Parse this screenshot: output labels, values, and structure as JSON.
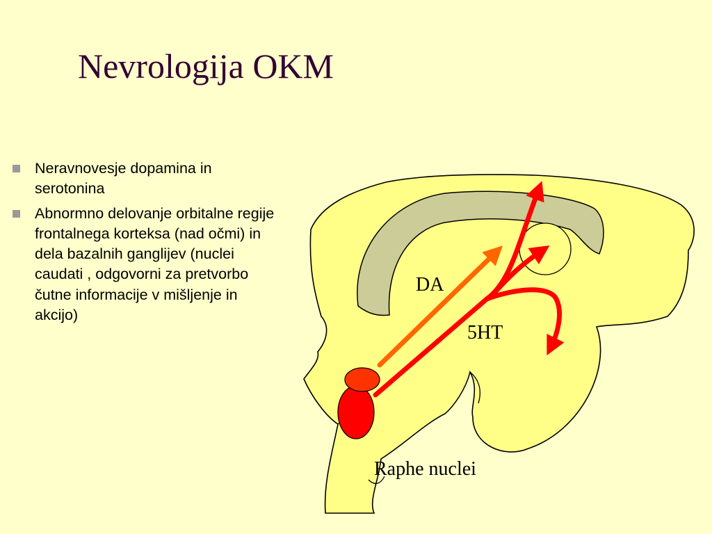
{
  "slide": {
    "title": "Nevrologija OKM",
    "bullets": [
      "Neravnovesje dopamina in serotonina",
      "Abnormno delovanje orbitalne regije frontalnega korteksa (nad očmi) in dela bazalnih ganglijev (nuclei caudati , odgovorni za pretvorbo čutne informacije v mišljenje in akcijo)"
    ]
  },
  "diagram": {
    "labels": {
      "da": "DA",
      "serotonin": "5HT",
      "raphe": "Raphe nuclei"
    },
    "colors": {
      "background": "#ffffcc",
      "brain": "#ffff88",
      "corpus": "#cccc99",
      "da_pathway": "#ff6600",
      "serotonin_pathway": "#ff0000",
      "nucleus_top": "#ff3300",
      "nucleus_bottom": "#ff0000"
    }
  }
}
